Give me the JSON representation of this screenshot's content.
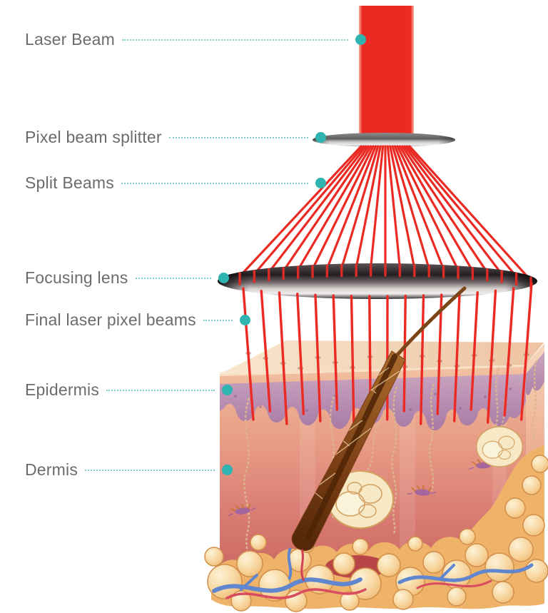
{
  "diagram": {
    "labels": [
      {
        "text": "Laser Beam"
      },
      {
        "text": "Pixel beam splitter"
      },
      {
        "text": "Split Beams"
      },
      {
        "text": "Focusing lens"
      },
      {
        "text": "Final laser pixel beams"
      },
      {
        "text": "Epidermis"
      },
      {
        "text": "Dermis"
      }
    ],
    "colors": {
      "laser_red": "#EC2A24",
      "accent_teal": "#2FB4B1",
      "leader_teal": "#7FD0D2",
      "label_gray": "#6B6C6F"
    },
    "split_beam_count": 21,
    "final_beam_count": 17
  }
}
